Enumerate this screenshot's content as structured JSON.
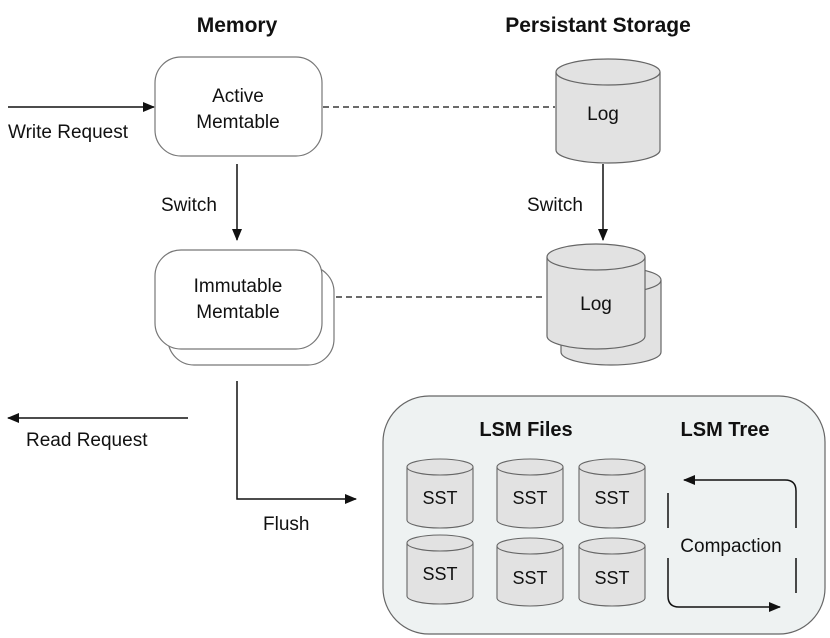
{
  "headers": {
    "memory": "Memory",
    "storage": "Persistant Storage"
  },
  "memory": {
    "active_line1": "Active",
    "active_line2": "Memtable",
    "immutable_line1": "Immutable",
    "immutable_line2": "Memtable"
  },
  "storage": {
    "log_active": "Log",
    "log_immutable": "Log"
  },
  "labels": {
    "write_request": "Write Request",
    "read_request": "Read Request",
    "switch_memory": "Switch",
    "switch_storage": "Switch",
    "flush": "Flush"
  },
  "lsm": {
    "files_title": "LSM Files",
    "tree_title": "LSM Tree",
    "sst_labels": [
      "SST",
      "SST",
      "SST",
      "SST",
      "SST",
      "SST"
    ],
    "compaction": "Compaction"
  },
  "colors": {
    "cylinder_fill": "#e2e2e2",
    "lsm_panel_fill": "#eef2f2",
    "stroke": "#666666",
    "line": "#111111"
  }
}
